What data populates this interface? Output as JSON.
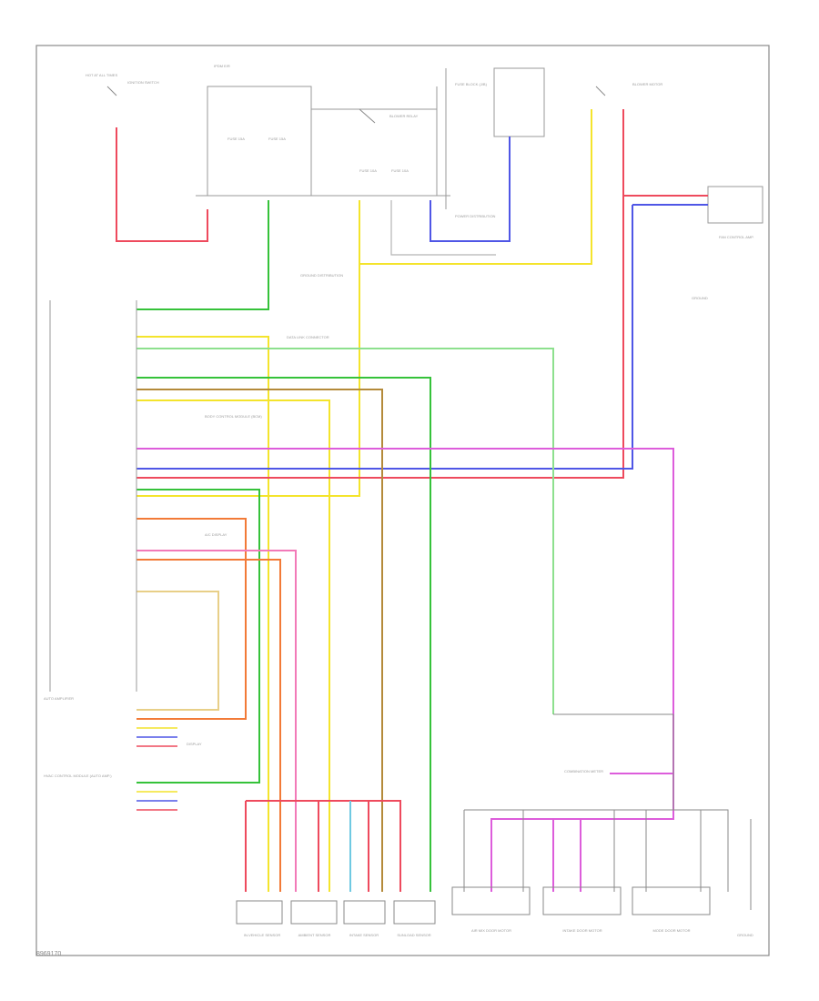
{
  "diagram": {
    "code": "8969170",
    "colors": {
      "red": "#ee4a5d",
      "green": "#35c23a",
      "yellow": "#f4e42c",
      "blue": "#4f56e6",
      "brown": "#b48a3a",
      "orange": "#f27a37",
      "pink": "#f27ab8",
      "tan": "#e8cf88",
      "magenta": "#dd5ddb",
      "lightblue": "#6fc9e2",
      "gray": "#8a8a8a",
      "frame": "#8a8a8a"
    },
    "texts": {
      "ignition_switch": "IGNITION SWITCH",
      "hot_at_all_times": "HOT AT ALL TIMES",
      "ipdm": "IPDM E/R",
      "fuse_block": "FUSE BLOCK (J/B)",
      "blower_relay": "BLOWER RELAY",
      "fuse_15a_a": "FUSE 15A",
      "fuse_15a_b": "FUSE 15A",
      "fuse_10a_a": "FUSE 10A",
      "fuse_10a_b": "FUSE 10A",
      "gnd_dist": "GROUND DISTRIBUTION",
      "hvac_control": "AUTO AMPLIFIER",
      "hvac_bottom": "HVAC CONTROL MODULE (AUTO AMP.)",
      "pwr_dist": "POWER DISTRIBUTION",
      "data_link": "DATA LINK CONNECTOR",
      "body_control": "BODY CONTROL MODULE (BCM)",
      "combination_meter": "COMBINATION METER",
      "a_c_display": "A/C DISPLAY",
      "dn_display": "DISPLAY",
      "fan_control": "FAN CONTROL AMP.",
      "sensor_left": "IN-VEHICLE SENSOR",
      "sensor_ambient": "AMBIENT SENSOR",
      "sensor_intake": "INTAKE SENSOR",
      "sensor_sunload": "SUNLOAD SENSOR",
      "actuator_air_mix": "AIR MIX DOOR MOTOR",
      "actuator_intake": "INTAKE DOOR MOTOR",
      "actuator_mode": "MODE DOOR MOTOR",
      "blower_motor": "BLOWER MOTOR",
      "ground_1": "GROUND",
      "ground_2": "GROUND"
    }
  }
}
